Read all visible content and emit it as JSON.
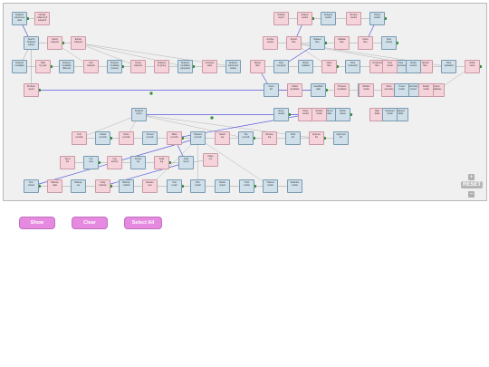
{
  "graph": {
    "nodes": [
      {
        "id": "n1",
        "t": "Subjects\nreferences\ndata",
        "c": "blue"
      },
      {
        "id": "n2",
        "t": "Identify\nsubjects of\nresearch",
        "c": "pink"
      },
      {
        "id": "n3",
        "t": "Search Subjects\nvalues",
        "c": "blue"
      },
      {
        "id": "n4",
        "t": "Select\nsubjects",
        "c": "pink"
      },
      {
        "id": "n5",
        "t": "Extract\nsubjects",
        "c": "pink"
      },
      {
        "id": "n6",
        "t": "Subjects\nmetadata",
        "c": "blue"
      },
      {
        "id": "n7",
        "t": "Filter\nby year",
        "c": "pink"
      },
      {
        "id": "n8",
        "t": "Subjects\nmetadata\n(filtered)",
        "c": "blue"
      },
      {
        "id": "n9",
        "t": "Sort\nsubjects",
        "c": "pink"
      },
      {
        "id": "n10",
        "t": "Subjects\nmetadata\n(sorted)",
        "c": "blue"
      },
      {
        "id": "n11",
        "t": "Group\nsubjects",
        "c": "pink"
      },
      {
        "id": "n12",
        "t": "Subjects\nby group",
        "c": "pink"
      },
      {
        "id": "n13",
        "t": "Subjects\nmetadata\n(grouped)",
        "c": "blue"
      },
      {
        "id": "n14",
        "t": "Compute\nstats",
        "c": "pink"
      },
      {
        "id": "n15",
        "t": "Subjects\nreferences\n(stats)",
        "c": "blue"
      },
      {
        "id": "n16",
        "t": "Produce\nreport",
        "c": "pink"
      },
      {
        "id": "n17",
        "t": "Subjects\nreport",
        "c": "blue"
      },
      {
        "id": "n18",
        "t": "Publish\nreport",
        "c": "pink"
      },
      {
        "id": "n19",
        "t": "Analyze\nresults",
        "c": "pink"
      },
      {
        "id": "n20",
        "t": "Subjects\nresults",
        "c": "blue"
      },
      {
        "id": "n21",
        "t": "Review\nresults",
        "c": "pink"
      },
      {
        "id": "n22",
        "t": "Output\nresults",
        "c": "blue"
      },
      {
        "id": "n23",
        "t": "Archive\nresults",
        "c": "pink"
      },
      {
        "id": "n24",
        "t": "Export\nfiles",
        "c": "pink"
      },
      {
        "id": "n25",
        "t": "Dataset\nfiles",
        "c": "blue"
      },
      {
        "id": "n26",
        "t": "Validate\nfiles",
        "c": "pink"
      },
      {
        "id": "n27",
        "t": "Clean\nfiles",
        "c": "pink"
      },
      {
        "id": "n28",
        "t": "Files\n(clean)",
        "c": "blue"
      },
      {
        "id": "n29",
        "t": "Merge\nfiles",
        "c": "pink"
      },
      {
        "id": "n30",
        "t": "Files\n(merged)",
        "c": "blue"
      },
      {
        "id": "n31",
        "t": "Index\nfiles",
        "c": "pink"
      },
      {
        "id": "n32",
        "t": "Files\n(indexed)",
        "c": "blue"
      },
      {
        "id": "n33",
        "t": "Compress\nfiles",
        "c": "pink"
      },
      {
        "id": "n34",
        "t": "Files\n(compressed)",
        "c": "blue"
      },
      {
        "id": "n35",
        "t": "Upload\nfiles",
        "c": "pink"
      },
      {
        "id": "n36",
        "t": "Files\nuploaded",
        "c": "blue"
      },
      {
        "id": "n37",
        "t": "Notify\nusers",
        "c": "pink"
      },
      {
        "id": "n38",
        "t": "Users\nlist",
        "c": "blue"
      },
      {
        "id": "n39",
        "t": "Collect\nfeedback",
        "c": "pink"
      },
      {
        "id": "n40",
        "t": "Feedback\ndata",
        "c": "blue"
      },
      {
        "id": "n41",
        "t": "Process\nfeedback",
        "c": "pink"
      },
      {
        "id": "n42",
        "t": "Feedback\nsummary",
        "c": "blue"
      },
      {
        "id": "n43",
        "t": "Store\nsummary",
        "c": "pink"
      },
      {
        "id": "n44",
        "t": "Summary\nstored",
        "c": "blue"
      },
      {
        "id": "n45",
        "t": "Query\ndatabase",
        "c": "pink"
      },
      {
        "id": "n46",
        "t": "Query\nresults",
        "c": "blue"
      },
      {
        "id": "n47",
        "t": "Parse\nresults",
        "c": "pink"
      },
      {
        "id": "n48",
        "t": "Parsed\ndata",
        "c": "blue"
      },
      {
        "id": "n49",
        "t": "Map\nfields",
        "c": "pink"
      },
      {
        "id": "n50",
        "t": "Mapped\nfields",
        "c": "blue"
      },
      {
        "id": "n51",
        "t": "Link\nrecords",
        "c": "pink"
      },
      {
        "id": "n52",
        "t": "Linked\nrecords",
        "c": "blue"
      },
      {
        "id": "n53",
        "t": "Score\nrecords",
        "c": "pink"
      },
      {
        "id": "n54",
        "t": "Scored\nrecords",
        "c": "blue"
      },
      {
        "id": "n55",
        "t": "Rank\nrecords",
        "c": "pink"
      },
      {
        "id": "n56",
        "t": "Ranked\nrecords",
        "c": "blue"
      },
      {
        "id": "n57",
        "t": "Select\ntop",
        "c": "pink"
      },
      {
        "id": "n58",
        "t": "Top\nrecords",
        "c": "blue"
      },
      {
        "id": "n59",
        "t": "Review\ntop",
        "c": "pink"
      },
      {
        "id": "n60",
        "t": "Final\nlist",
        "c": "blue"
      },
      {
        "id": "n61",
        "t": "Approve\nlist",
        "c": "pink"
      },
      {
        "id": "n62",
        "t": "Approved\nlist",
        "c": "blue"
      },
      {
        "id": "n63",
        "t": "Send\nlist",
        "c": "pink"
      },
      {
        "id": "n64",
        "t": "List\nsent",
        "c": "blue"
      },
      {
        "id": "n65",
        "t": "Log\nactivity",
        "c": "pink"
      },
      {
        "id": "n66",
        "t": "Activity\nlog",
        "c": "blue"
      },
      {
        "id": "n67",
        "t": "Audit\nlog",
        "c": "pink"
      },
      {
        "id": "n68",
        "t": "Audit\nreport",
        "c": "blue"
      },
      {
        "id": "n69",
        "t": "Close\nrun",
        "c": "pink"
      },
      {
        "id": "n70",
        "t": "Run\nclosed",
        "c": "blue"
      },
      {
        "id": "n71",
        "t": "Backup\ndata",
        "c": "pink"
      },
      {
        "id": "n72",
        "t": "Backup\nset",
        "c": "blue"
      },
      {
        "id": "n73",
        "t": "Verify\nbackup",
        "c": "pink"
      },
      {
        "id": "n74",
        "t": "Backup\nverified",
        "c": "blue"
      },
      {
        "id": "n75",
        "t": "Restore\ntest",
        "c": "pink"
      },
      {
        "id": "n76",
        "t": "Test\nresult",
        "c": "blue"
      },
      {
        "id": "n77",
        "t": "Run\nmodel",
        "c": "blue"
      },
      {
        "id": "n78",
        "t": "Model\noutput",
        "c": "blue"
      },
      {
        "id": "n79",
        "t": "Train\nmodel",
        "c": "blue"
      },
      {
        "id": "n80",
        "t": "Trained\nmodel",
        "c": "blue"
      },
      {
        "id": "n81",
        "t": "Evaluate\nmodel",
        "c": "blue"
      },
      {
        "id": "n82",
        "t": "Model\nmetrics",
        "c": "blue"
      },
      {
        "id": "n83",
        "t": "Tune\nmodel",
        "c": "pink"
      },
      {
        "id": "n84",
        "t": "Tuned\nmodel",
        "c": "blue"
      },
      {
        "id": "n85",
        "t": "Deploy\nmodel",
        "c": "pink"
      },
      {
        "id": "n86",
        "t": "Deployed\nmodel",
        "c": "blue"
      },
      {
        "id": "n87",
        "t": "Monitor\nmodel",
        "c": "pink"
      },
      {
        "id": "n88",
        "t": "Model\nstatus",
        "c": "blue"
      },
      {
        "id": "n89",
        "t": "Retrain\nmodel",
        "c": "pink"
      },
      {
        "id": "n90",
        "t": "Model\nupdated",
        "c": "blue"
      }
    ]
  },
  "controls": {
    "zoom_in": "+",
    "reset": "RESET",
    "zoom_out": "−"
  },
  "actions": {
    "show": "Show",
    "clear": "Clear",
    "select_all": "Select All"
  }
}
